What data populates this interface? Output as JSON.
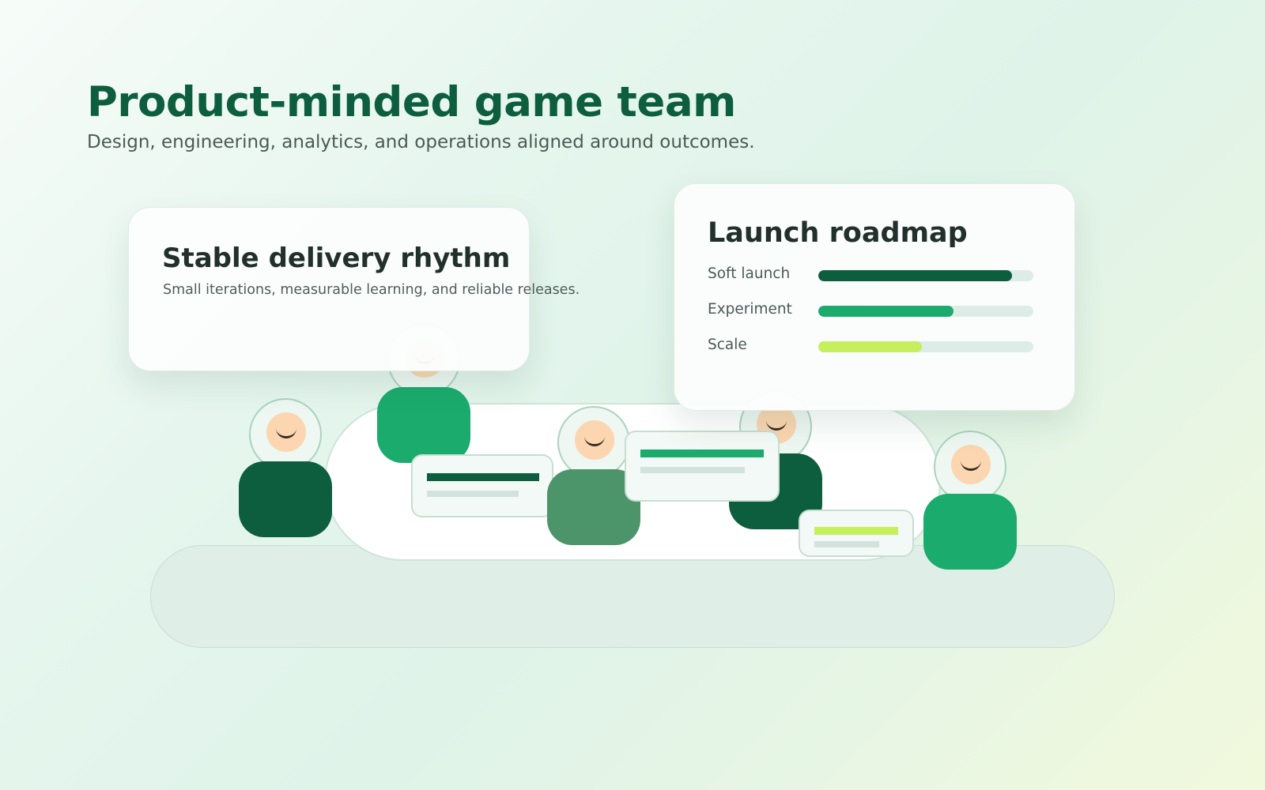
{
  "header": {
    "title": "Product-minded game team",
    "subtitle": "Design, engineering, analytics, and operations aligned around outcomes."
  },
  "delivery_card": {
    "title": "Stable delivery rhythm",
    "description": "Small iterations, measurable learning, and reliable releases."
  },
  "roadmap_card": {
    "title": "Launch roadmap",
    "items": [
      {
        "label": "Soft launch",
        "progress": 0.9,
        "color": "#0d5d3f"
      },
      {
        "label": "Experiment",
        "progress": 0.63,
        "color": "#1aab6d"
      },
      {
        "label": "Scale",
        "progress": 0.48,
        "color": "#c6ef5e"
      }
    ]
  },
  "colors": {
    "brand_dark_green": "#0d5d3f",
    "brand_green": "#1aab6d",
    "muted_green": "#4c9469",
    "lime": "#c6ef5e",
    "skin": "#fbd6b0"
  }
}
